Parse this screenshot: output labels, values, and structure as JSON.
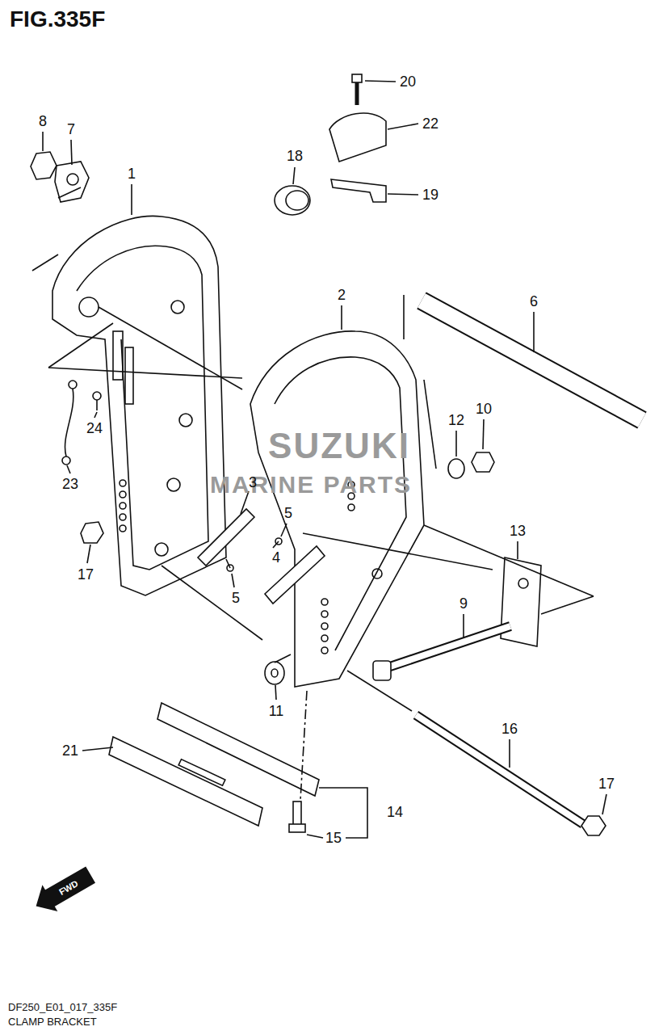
{
  "diagram": {
    "title": "FIG.335F",
    "caption": "CLAMP BRACKET",
    "labels": [
      "20",
      "22",
      "8",
      "7",
      "18",
      "19",
      "1",
      "2",
      "6",
      "24",
      "12",
      "10",
      "23",
      "SUZUKI",
      "MARINE PARTS",
      "3",
      "5",
      "17",
      "4",
      "5",
      "13",
      "9",
      "11",
      "16",
      "21",
      "17",
      "14",
      "15",
      "FWD",
      "DF250_E01_017_335F"
    ]
  }
}
